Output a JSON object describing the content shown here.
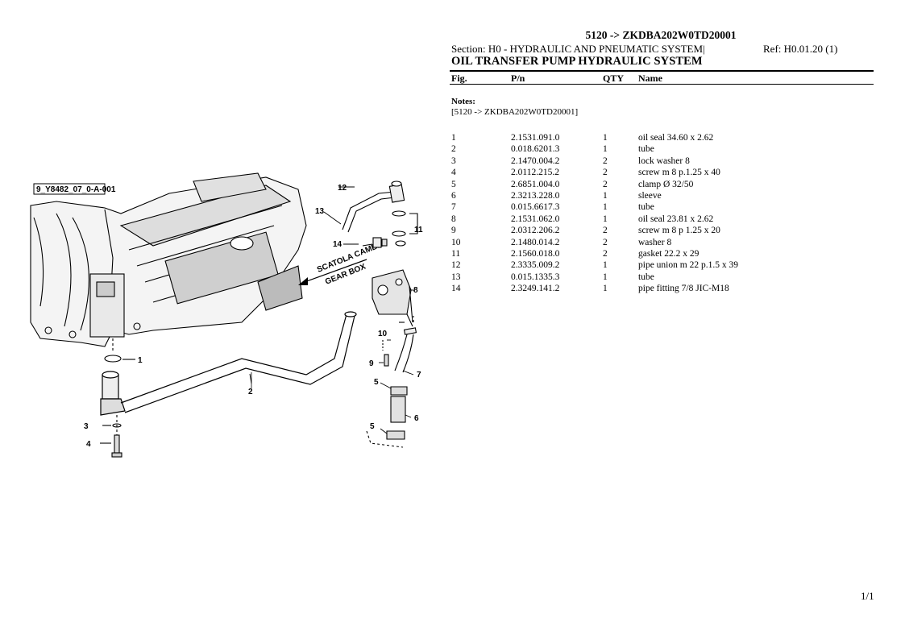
{
  "header": {
    "title": "5120 -> ZKDBA202W0TD20001",
    "section": "Section: H0 - HYDRAULIC AND PNEUMATIC SYSTEM|",
    "ref": "Ref: H0.01.20 (1)",
    "heading": "OIL TRANSFER PUMP HYDRAULIC SYSTEM"
  },
  "columns": {
    "fig": "Fig.",
    "pn": "P/n",
    "qty": "QTY",
    "name": "Name"
  },
  "notes": {
    "label": "Notes:",
    "text": "[5120 -> ZKDBA202W0TD20001]"
  },
  "parts": [
    {
      "fig": "1",
      "pn": "2.1531.091.0",
      "qty": "1",
      "name": "oil seal 34.60 x 2.62"
    },
    {
      "fig": "2",
      "pn": "0.018.6201.3",
      "qty": "1",
      "name": "tube"
    },
    {
      "fig": "3",
      "pn": "2.1470.004.2",
      "qty": "2",
      "name": "lock washer 8"
    },
    {
      "fig": "4",
      "pn": "2.0112.215.2",
      "qty": "2",
      "name": "screw m 8 p.1.25 x 40"
    },
    {
      "fig": "5",
      "pn": "2.6851.004.0",
      "qty": "2",
      "name": "clamp Ø 32/50"
    },
    {
      "fig": "6",
      "pn": "2.3213.228.0",
      "qty": "1",
      "name": "sleeve"
    },
    {
      "fig": "7",
      "pn": "0.015.6617.3",
      "qty": "1",
      "name": "tube"
    },
    {
      "fig": "8",
      "pn": "2.1531.062.0",
      "qty": "1",
      "name": "oil seal 23.81 x 2.62"
    },
    {
      "fig": "9",
      "pn": "2.0312.206.2",
      "qty": "2",
      "name": "screw m 8 p 1.25 x 20"
    },
    {
      "fig": "10",
      "pn": "2.1480.014.2",
      "qty": "2",
      "name": "washer 8"
    },
    {
      "fig": "11",
      "pn": "2.1560.018.0",
      "qty": "2",
      "name": "gasket 22.2 x 29"
    },
    {
      "fig": "12",
      "pn": "2.3335.009.2",
      "qty": "1",
      "name": "pipe union m 22 p.1.5 x 39"
    },
    {
      "fig": "13",
      "pn": "0.015.1335.3",
      "qty": "1",
      "name": "tube"
    },
    {
      "fig": "14",
      "pn": "2.3249.141.2",
      "qty": "1",
      "name": "pipe fitting 7/8 JIC-M18"
    }
  ],
  "diagram": {
    "code": "9_Y8482_07_0-A-001",
    "gearbox_label_1": "SCATOLA CAMBIO",
    "gearbox_label_2": "GEAR BOX",
    "callouts": [
      "1",
      "2",
      "3",
      "4",
      "5",
      "5",
      "6",
      "7",
      "8",
      "9",
      "10",
      "11",
      "12",
      "13",
      "14"
    ]
  },
  "page_number": "1/1"
}
